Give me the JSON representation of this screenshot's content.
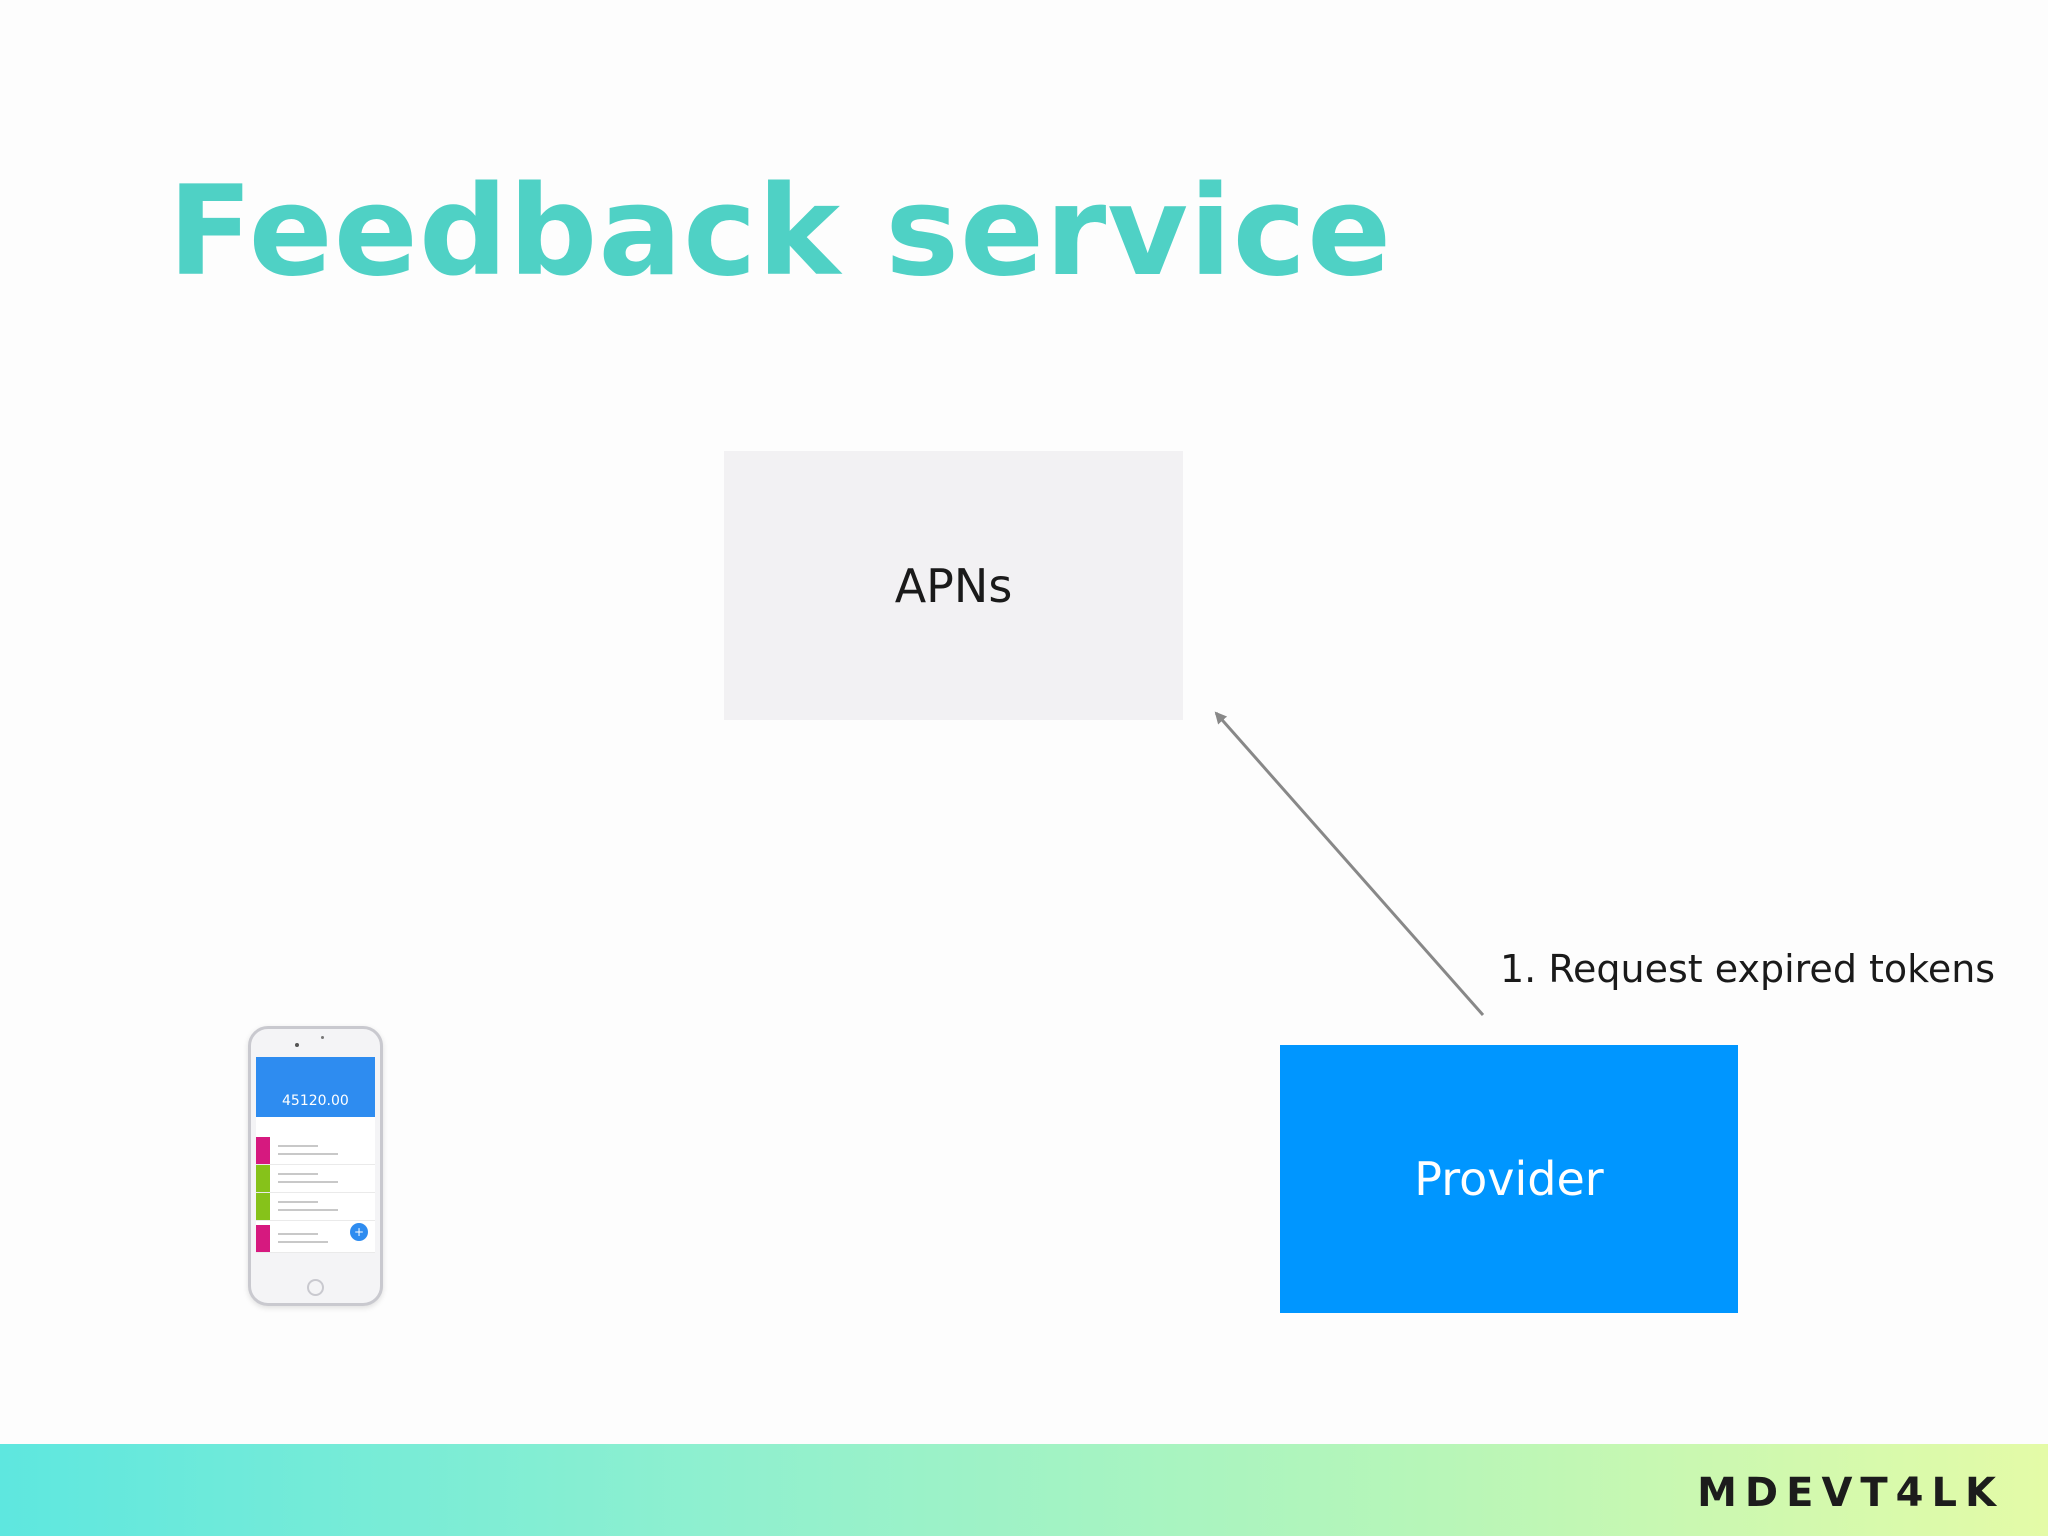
{
  "slide": {
    "title": "Feedback service"
  },
  "diagram": {
    "nodes": {
      "apns": {
        "label": "APNs",
        "color": "#f2f1f3"
      },
      "provider": {
        "label": "Provider",
        "color": "#0096ff"
      }
    },
    "edges": [
      {
        "from": "provider",
        "to": "apns",
        "label": "1. Request expired tokens",
        "color": "#888888"
      }
    ]
  },
  "phone": {
    "amount": "45120.00",
    "fab_glyph": "+",
    "row_colors": [
      "#d6197f",
      "#86c21a",
      "#86c21a",
      "#d6197f"
    ],
    "header_color": "#2e8cf0"
  },
  "footer": {
    "logo_text": "MDEVT4LK"
  },
  "colors": {
    "title": "#4fd1c5",
    "arrow": "#888888"
  }
}
